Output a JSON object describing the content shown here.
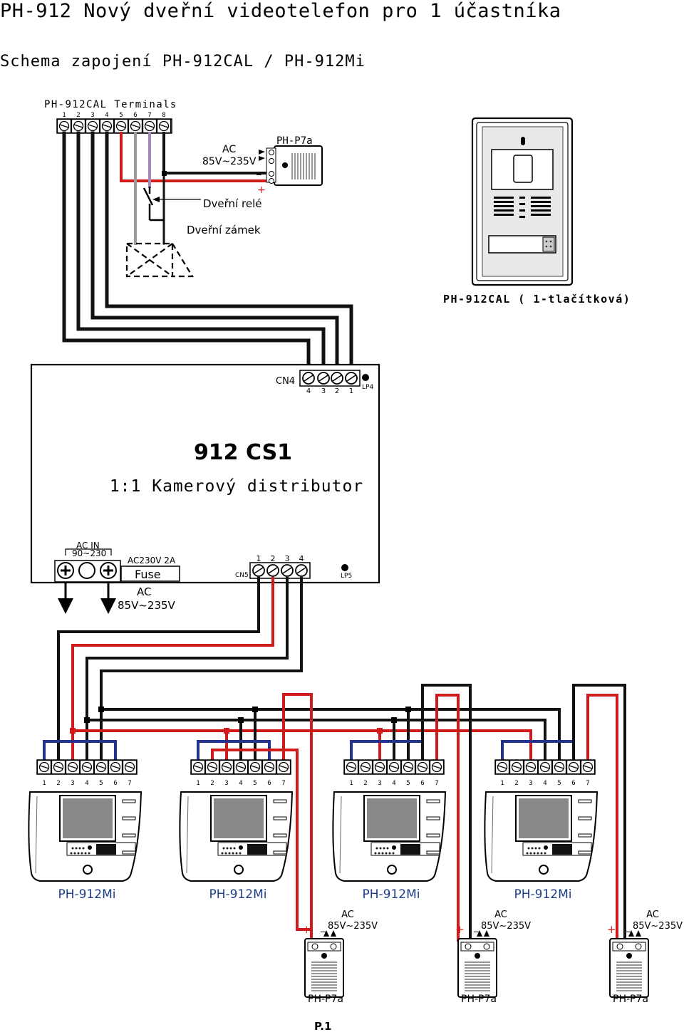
{
  "title": "PH-912 Nový dveřní videotelefon pro 1 účastníka",
  "subtitle": "Schema zapojení PH-912CAL / PH-912Mi",
  "terminals_title": "PH-912CAL Terminals",
  "terminal_numbers_8": [
    "1",
    "2",
    "3",
    "4",
    "5",
    "6",
    "7",
    "8"
  ],
  "terminal_numbers_7": [
    "1",
    "2",
    "3",
    "4",
    "5",
    "6",
    "7"
  ],
  "top_power_supply": {
    "label": "PH-P7a",
    "ac": "AC",
    "voltage": "85V~235V"
  },
  "door_relay_label": "Dveřní relé",
  "door_lock_label": "Dveřní zámek",
  "door_station_label": "PH-912CAL ( 1-tlačítková)",
  "distributor": {
    "cn4_label": "CN4",
    "cn4_numbers": [
      "4",
      "3",
      "2",
      "1"
    ],
    "lp4_label": "LP4",
    "model": "912 CS1",
    "description": "1:1 Kamerový distributor",
    "ac_in_label": "AC IN",
    "ac_in_range": "90~230",
    "fuse_rating": "AC230V 2A",
    "fuse_label": "Fuse",
    "ac_label": "AC",
    "ac_voltage": "85V~235V",
    "cn5_label": "CN5",
    "cn5_numbers": [
      "1",
      "2",
      "3",
      "4"
    ],
    "lp5_label": "LP5"
  },
  "monitors": [
    {
      "label": "PH-912Mi"
    },
    {
      "label": "PH-912Mi"
    },
    {
      "label": "PH-912Mi"
    },
    {
      "label": "PH-912Mi"
    }
  ],
  "bottom_power_supplies": [
    {
      "label": "PH-P7a",
      "ac": "AC",
      "voltage": "85V~235V"
    },
    {
      "label": "PH-P7a",
      "ac": "AC",
      "voltage": "85V~235V"
    },
    {
      "label": "PH-P7a",
      "ac": "AC",
      "voltage": "85V~235V"
    }
  ],
  "polarity_plus": "+",
  "polarity_minus": "_",
  "page_number": "P.1",
  "colors": {
    "wire_black": "#111111",
    "wire_red": "#d11a1a",
    "wire_blue": "#22338f",
    "wire_grey": "#9a9a9a",
    "wire_purple": "#a08ab8",
    "monitor_label": "#1d3d88"
  }
}
